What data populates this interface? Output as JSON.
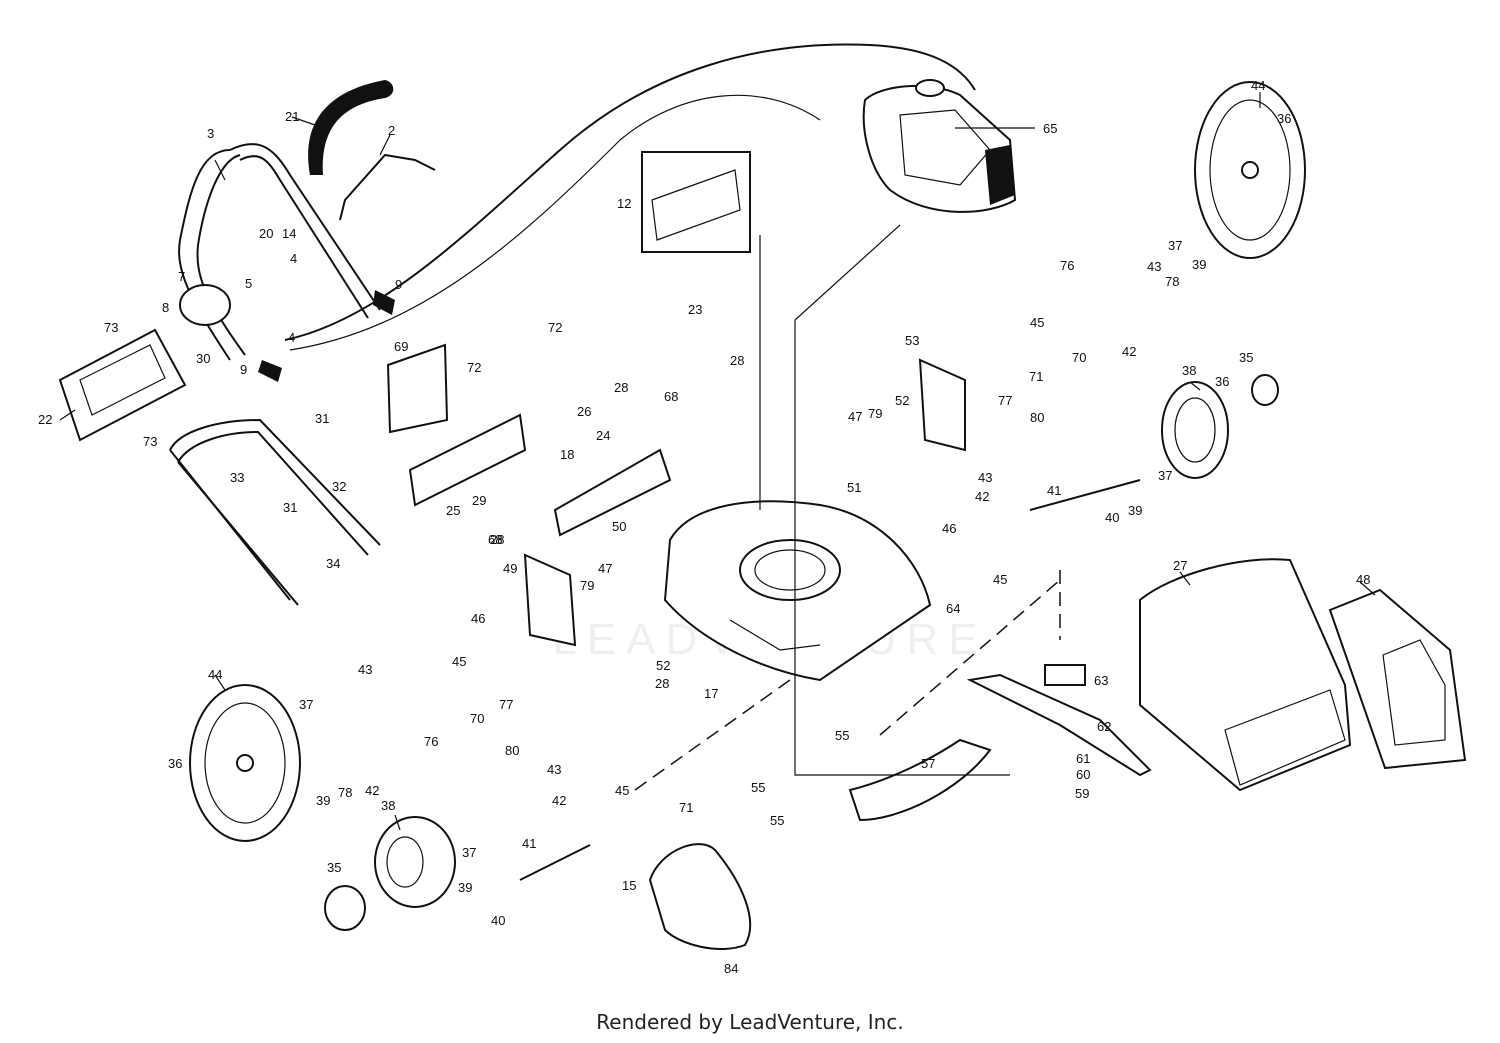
{
  "footer": "Rendered by LeadVenture, Inc.",
  "watermark": "LEADVENTURE",
  "colors": {
    "line": "#111111",
    "background": "#ffffff"
  },
  "labels": [
    "2",
    "3",
    "4",
    "4",
    "5",
    "7",
    "8",
    "9",
    "9",
    "12",
    "14",
    "15",
    "17",
    "18",
    "20",
    "21",
    "22",
    "23",
    "24",
    "25",
    "26",
    "27",
    "28",
    "28",
    "28",
    "28",
    "29",
    "30",
    "31",
    "31",
    "32",
    "33",
    "34",
    "35",
    "35",
    "36",
    "36",
    "36",
    "37",
    "37",
    "37",
    "37",
    "38",
    "38",
    "39",
    "39",
    "39",
    "39",
    "40",
    "40",
    "41",
    "41",
    "42",
    "42",
    "42",
    "42",
    "43",
    "43",
    "43",
    "43",
    "44",
    "44",
    "45",
    "45",
    "45",
    "45",
    "46",
    "46",
    "47",
    "47",
    "48",
    "49",
    "50",
    "51",
    "52",
    "52",
    "53",
    "55",
    "55",
    "55",
    "57",
    "59",
    "60",
    "61",
    "62",
    "63",
    "64",
    "65",
    "68",
    "68",
    "69",
    "70",
    "70",
    "71",
    "71",
    "72",
    "72",
    "73",
    "73",
    "76",
    "76",
    "77",
    "77",
    "78",
    "78",
    "79",
    "79",
    "80",
    "80",
    "84"
  ]
}
